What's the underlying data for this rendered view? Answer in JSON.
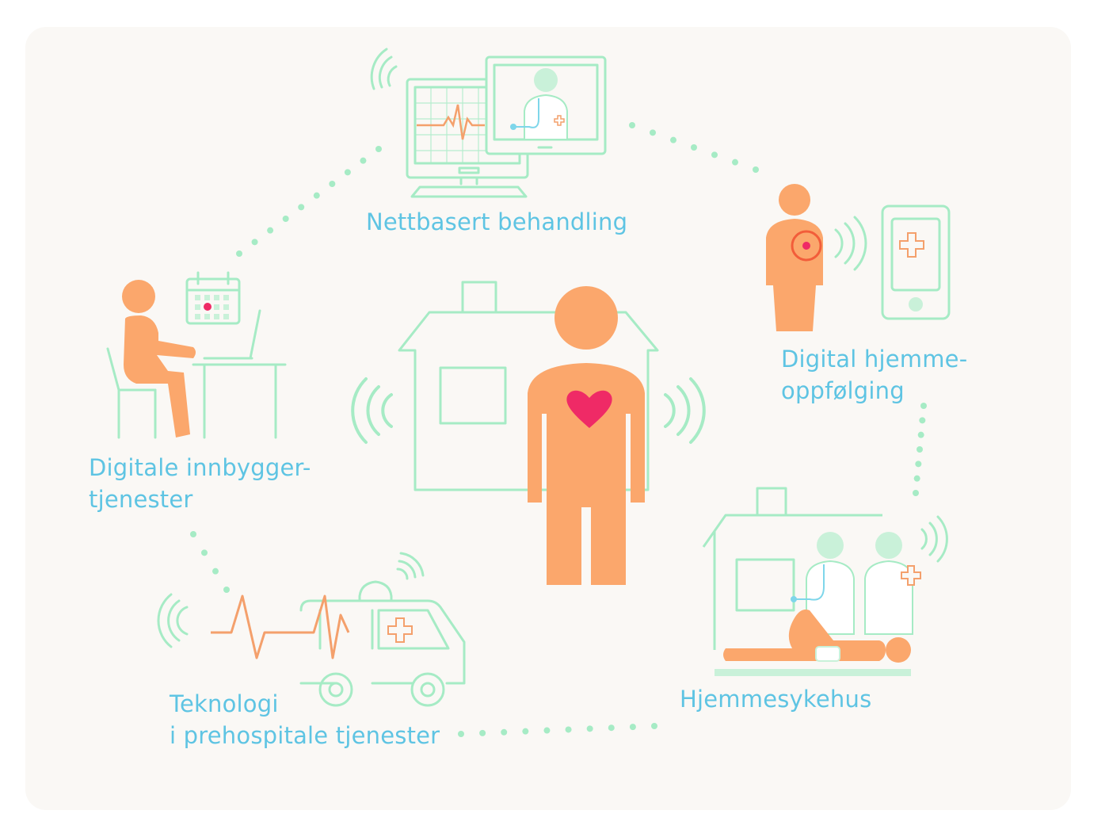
{
  "header": {
    "title": ""
  },
  "colors": {
    "label": "#5ec4e3",
    "outline": "#a6ebc5",
    "person": "#fba76c",
    "heart": "#ef2a66",
    "dots": "#a6ebc5"
  },
  "services": {
    "online_treatment": {
      "label": "Nettbasert behandling",
      "icon": "computer-doctor-icon"
    },
    "home_followup": {
      "label_1": "Digital hjemme-",
      "label_2": "oppfølging",
      "icon": "patient-phone-icon"
    },
    "citizen_services": {
      "label_1": "Digitale innbygger-",
      "label_2": "tjenester",
      "icon": "person-laptop-icon"
    },
    "prehospital": {
      "label_1": "Teknologi",
      "label_2": "i prehospitale tjenester",
      "icon": "ambulance-icon"
    },
    "home_hospital": {
      "label": "Hjemmesykehus",
      "icon": "home-hospital-icon"
    }
  },
  "center": {
    "icon": "patient-home-heart-icon"
  }
}
